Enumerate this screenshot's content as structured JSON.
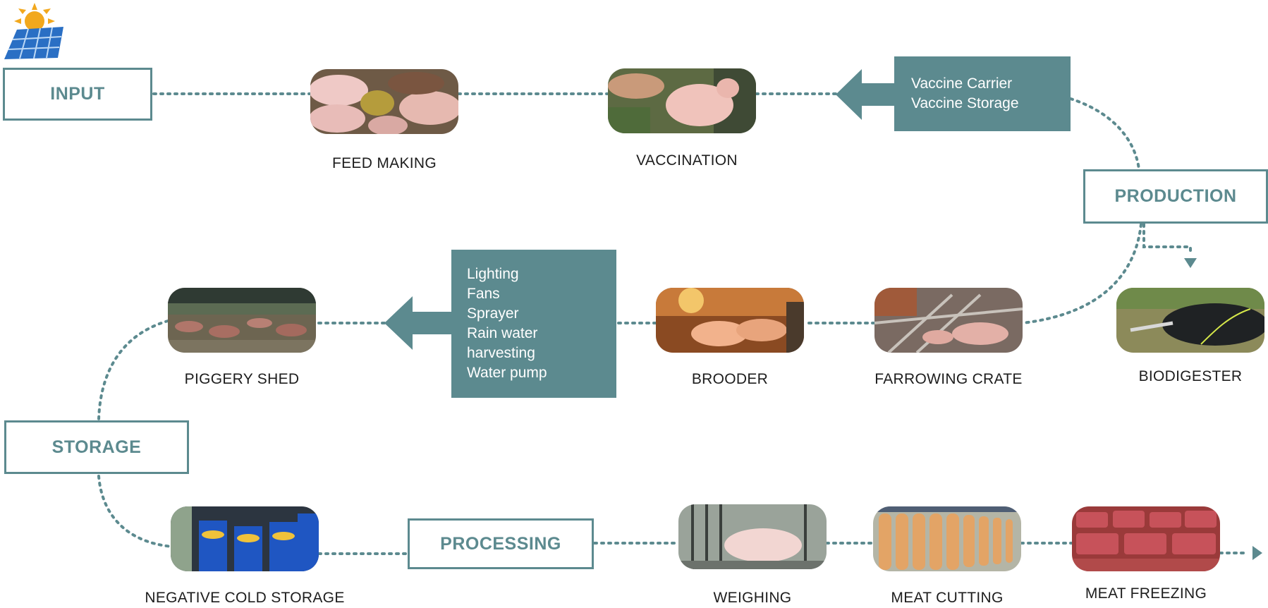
{
  "colors": {
    "accent": "#5c8a8f",
    "text": "#1d1d1d",
    "background": "#ffffff"
  },
  "logo": {
    "icon": "solar-panel-sun-icon"
  },
  "stages": {
    "input": "INPUT",
    "production": "PRODUCTION",
    "storage": "STORAGE",
    "processing": "PROCESSING"
  },
  "info_boxes": {
    "vaccine": {
      "lines": [
        "Vaccine Carrier",
        "Vaccine Storage"
      ]
    },
    "shed_equipment": {
      "lines": [
        "Lighting",
        "Fans",
        "Sprayer",
        "Rain water",
        "harvesting",
        "Water pump"
      ]
    }
  },
  "nodes": {
    "feed_making": {
      "label": "FEED MAKING",
      "image": "pigs-eating-feed-photo"
    },
    "vaccination": {
      "label": "VACCINATION",
      "image": "piglet-vaccination-photo"
    },
    "piggery_shed": {
      "label": "PIGGERY SHED",
      "image": "piggery-shed-photo"
    },
    "brooder": {
      "label": "BROODER",
      "image": "brooder-heat-lamp-photo"
    },
    "farrowing_crate": {
      "label": "FARROWING CRATE",
      "image": "farrowing-crate-photo"
    },
    "biodigester": {
      "label": "BIODIGESTER",
      "image": "biodigester-bag-photo"
    },
    "negative_cold_storage": {
      "label": "NEGATIVE COLD STORAGE",
      "image": "blue-barrels-cold-storage-photo"
    },
    "weighing": {
      "label": "WEIGHING",
      "image": "pig-on-scale-photo"
    },
    "meat_cutting": {
      "label": "MEAT CUTTING",
      "image": "hanging-carcasses-photo"
    },
    "meat_freezing": {
      "label": "MEAT FREEZING",
      "image": "frozen-meat-cuts-photo"
    }
  }
}
